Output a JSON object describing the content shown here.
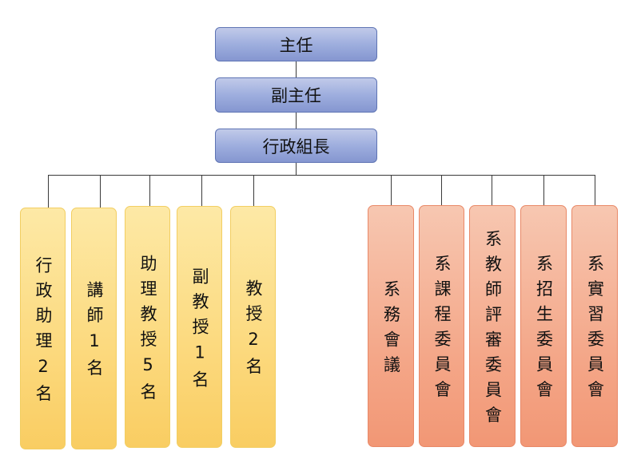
{
  "top": [
    "主任",
    "副主任",
    "行政組長"
  ],
  "left_boxes": [
    "行政助理2名",
    "講師1名",
    "助理教授5名",
    "副教授1名",
    "教授2名"
  ],
  "right_boxes": [
    "系務會議",
    "系課程委員會",
    "系教師評審委員會",
    "系招生委員會",
    "系實習委員會"
  ],
  "colors": {
    "top_fill": "#9eaede",
    "top_border": "#5e74b4",
    "left_fill": "#fcd97d",
    "right_fill": "#f4a88a",
    "connector": "#3a3a3a"
  }
}
